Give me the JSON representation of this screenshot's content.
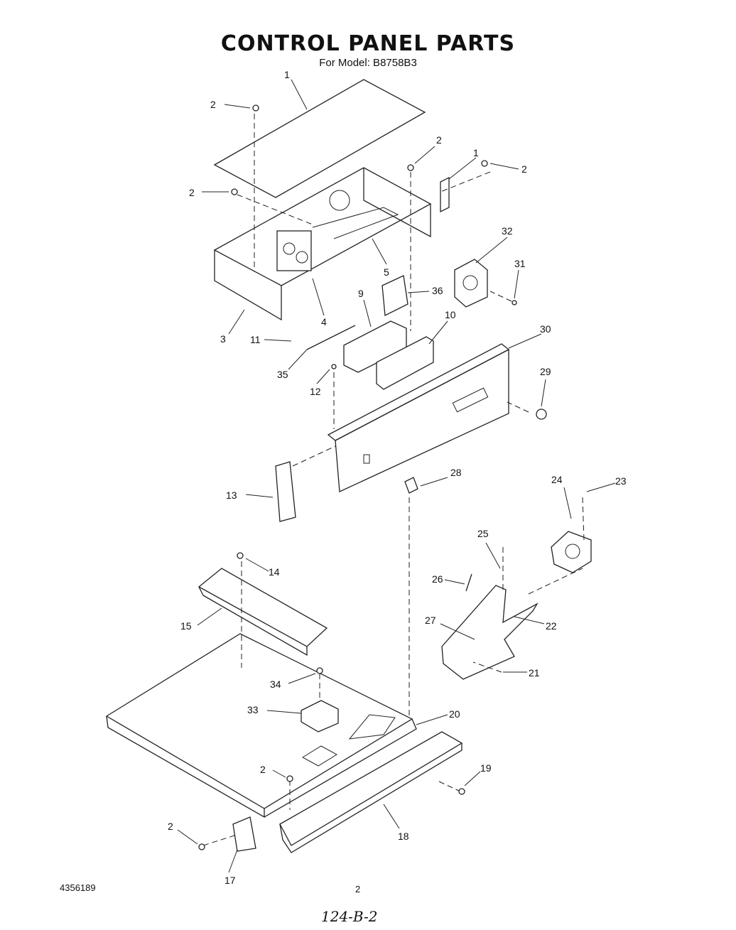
{
  "header": {
    "title": "CONTROL PANEL PARTS",
    "subtitle": "For Model: B8758B3"
  },
  "footer": {
    "doc_number": "4356189",
    "page_number": "2",
    "handwritten": "124-B-2"
  },
  "callouts": {
    "c1a": "1",
    "c2a": "2",
    "c2b": "2",
    "c2c": "2",
    "c1b": "1",
    "c2d": "2",
    "c32": "32",
    "c31": "31",
    "c5": "5",
    "c36": "36",
    "c3": "3",
    "c4": "4",
    "c9": "9",
    "c10": "10",
    "c11": "11",
    "c35": "35",
    "c12": "12",
    "c30": "30",
    "c29": "29",
    "c28": "28",
    "c13": "13",
    "c24": "24",
    "c23": "23",
    "c25": "25",
    "c26": "26",
    "c14": "14",
    "c15": "15",
    "c27": "27",
    "c22": "22",
    "c21": "21",
    "c34": "34",
    "c33": "33",
    "c20": "20",
    "c2e": "2",
    "c19": "19",
    "c18": "18",
    "c2f": "2",
    "c17": "17"
  }
}
